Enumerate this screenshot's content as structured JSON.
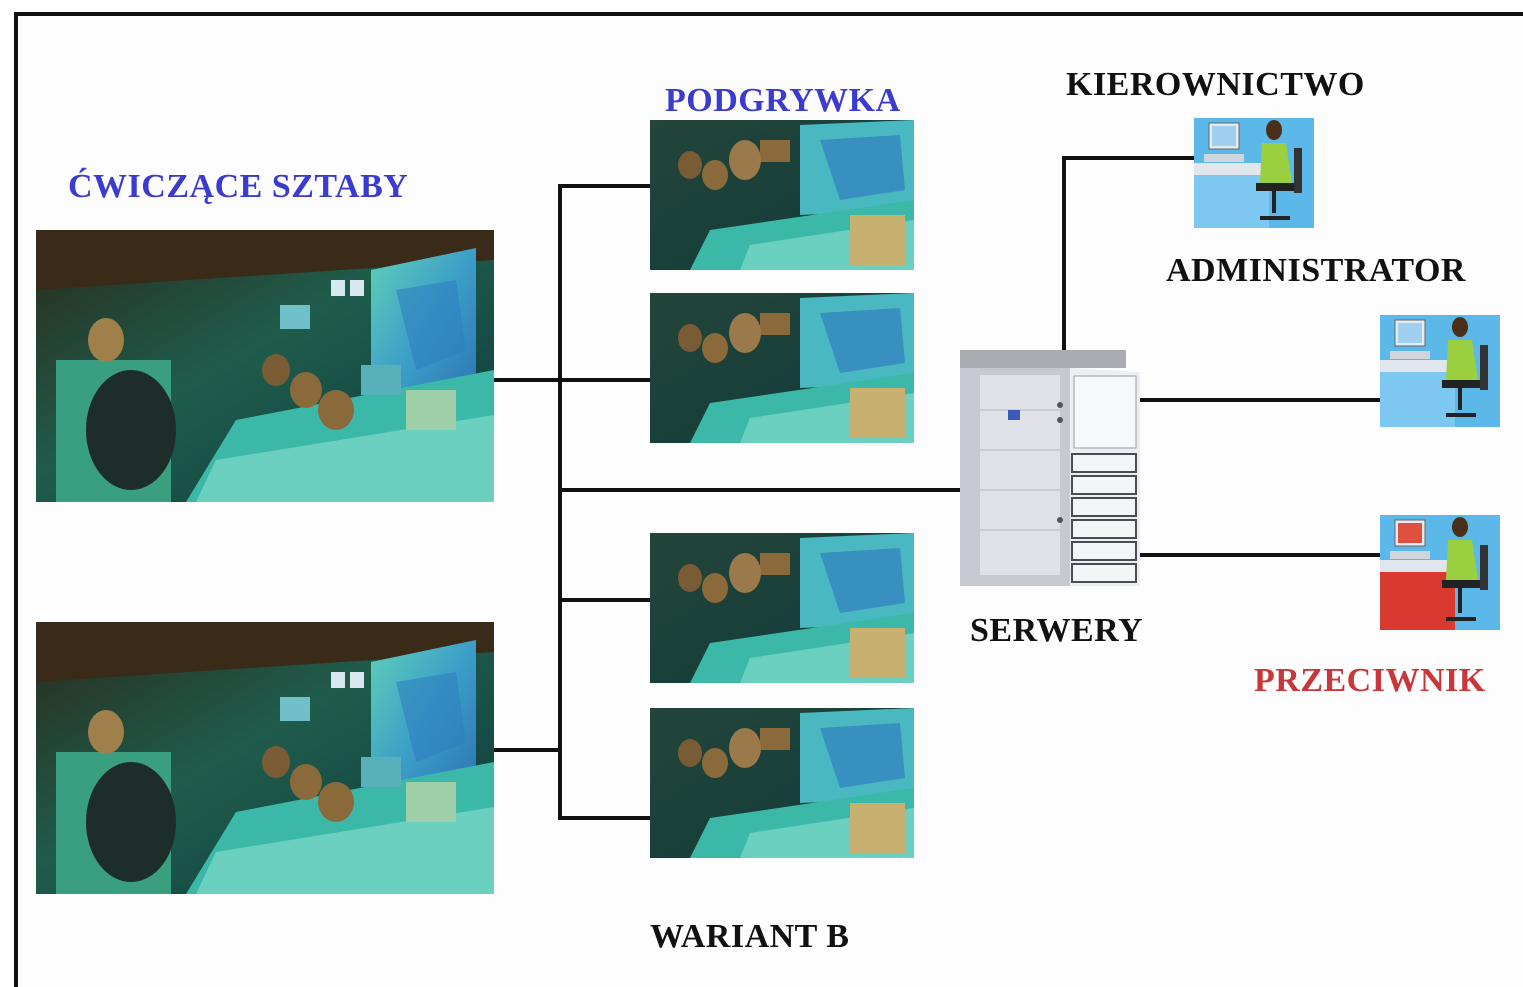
{
  "labels": {
    "cwiczace": "ĆWICZĄCE SZTABY",
    "podgrywka": "PODGRYWKA",
    "kierownictwo": "KIEROWNICTWO",
    "administrator": "ADMINISTRATOR",
    "serwery": "SERWERY",
    "przeciwnik": "PRZECIWNIK",
    "wariant": "WARIANT B"
  },
  "colors": {
    "group_label": "#3b3bd0",
    "opponent_label": "#c8383a",
    "neutral_label": "#111111",
    "connector": "#111111"
  },
  "icons": {
    "large_photo": "command-room-photo",
    "small_photo": "command-room-photo",
    "server": "server-tower-icon",
    "workstation": "workstation-operator-icon",
    "workstation_red": "workstation-operator-icon"
  }
}
